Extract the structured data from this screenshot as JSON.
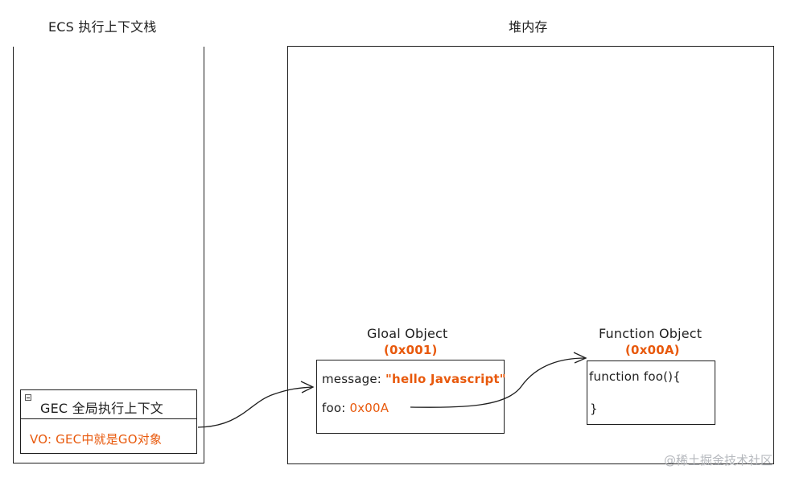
{
  "stack": {
    "title": "ECS 执行上下文栈",
    "gec": {
      "title": "GEC 全局执行上下文",
      "vo": "VO: GEC中就是GO对象"
    }
  },
  "heap": {
    "title": "堆内存",
    "global_object": {
      "title": "Gloal Object",
      "address": "(0x001)",
      "message_key": "message: ",
      "message_value": "\"hello Javascript\"",
      "foo_key": "foo: ",
      "foo_value": "0x00A"
    },
    "function_object": {
      "title": "Function Object",
      "address": "(0x00A)",
      "line1": "function foo(){",
      "line2": "}"
    }
  },
  "watermark": "@稀土掘金技术社区",
  "colors": {
    "ink": "#1e1e1e",
    "accent": "#e8590c",
    "watermark": "#b5b8bd"
  }
}
